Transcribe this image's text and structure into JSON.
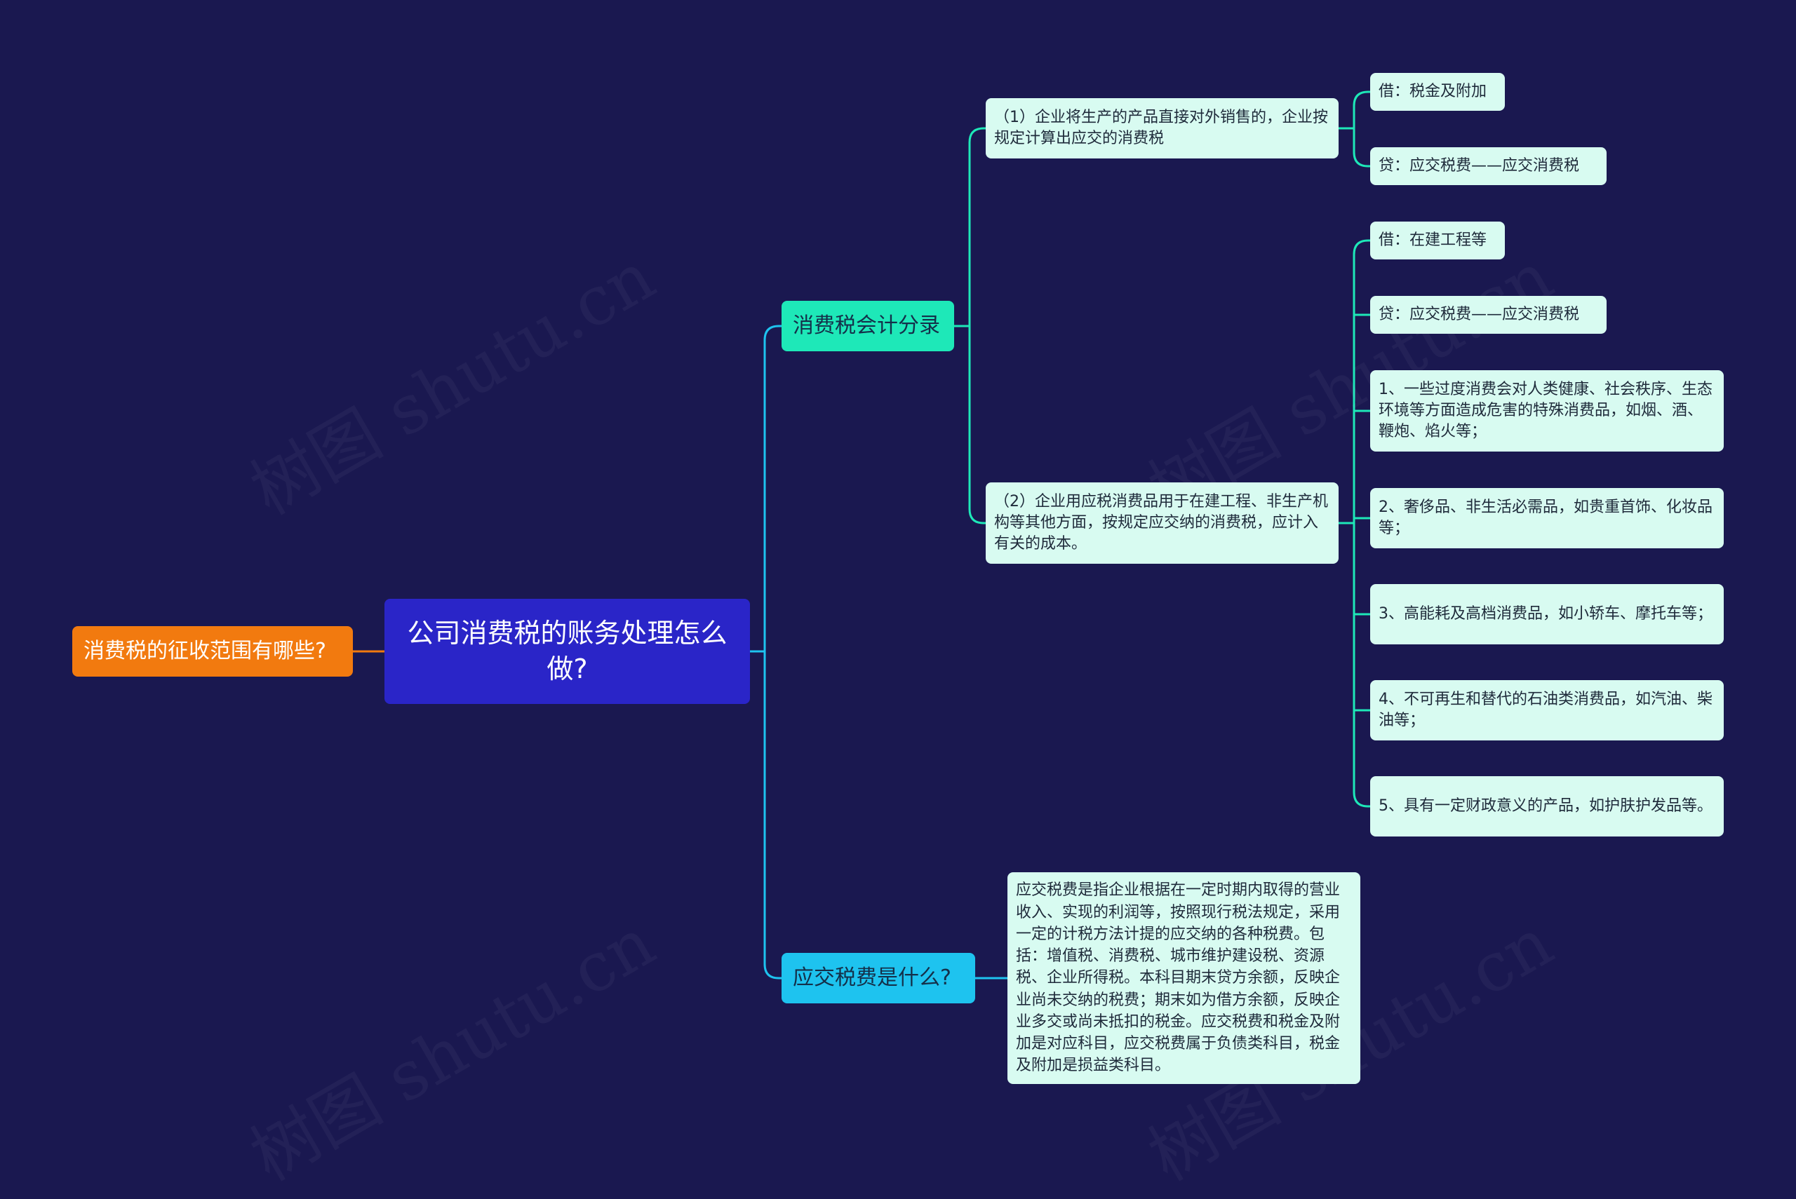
{
  "root": {
    "label": "公司消费税的账务处理怎么做?"
  },
  "left_branch": {
    "label": "消费税的征收范围有哪些?"
  },
  "branches": {
    "accounting": {
      "label": "消费税会计分录",
      "case1": {
        "label": "（1）企业将生产的产品直接对外销售的，企业按规定计算出应交的消费税",
        "debit": "借：税金及附加",
        "credit": "贷：应交税费——应交消费税"
      },
      "case2": {
        "label": "（2）企业用应税消费品用于在建工程、非生产机构等其他方面，按规定应交纳的消费税，应计入有关的成本。",
        "debit": "借：在建工程等",
        "credit": "贷：应交税费——应交消费税",
        "items": [
          "1、一些过度消费会对人类健康、社会秩序、生态环境等方面造成危害的特殊消费品，如烟、酒、鞭炮、焰火等；",
          "2、奢侈品、非生活必需品，如贵重首饰、化妆品等；",
          "3、高能耗及高档消费品，如小轿车、摩托车等；",
          "4、不可再生和替代的石油类消费品，如汽油、柴油等；",
          "5、具有一定财政意义的产品，如护肤护发品等。"
        ]
      }
    },
    "payable": {
      "label": "应交税费是什么?",
      "definition": "应交税费是指企业根据在一定时期内取得的营业收入、实现的利润等，按照现行税法规定，采用一定的计税方法计提的应交纳的各种税费。包括：增值税、消费税、城市维护建设税、资源税、企业所得税。本科目期末贷方余额，反映企业尚未交纳的税费；期末如为借方余额，反映企业多交或尚未抵扣的税金。应交税费和税金及附加是对应科目，应交税费属于负债类科目，税金及附加是损益类科目。"
    }
  },
  "watermark": "树图 shutu.cn",
  "colors": {
    "background": "#1a1850",
    "root": "#2a25c8",
    "orange": "#f27a0f",
    "green": "#1ee8b8",
    "cyan": "#1ec3ef",
    "leaf": "#d8fbf1",
    "connector": "#1ec3ef"
  }
}
